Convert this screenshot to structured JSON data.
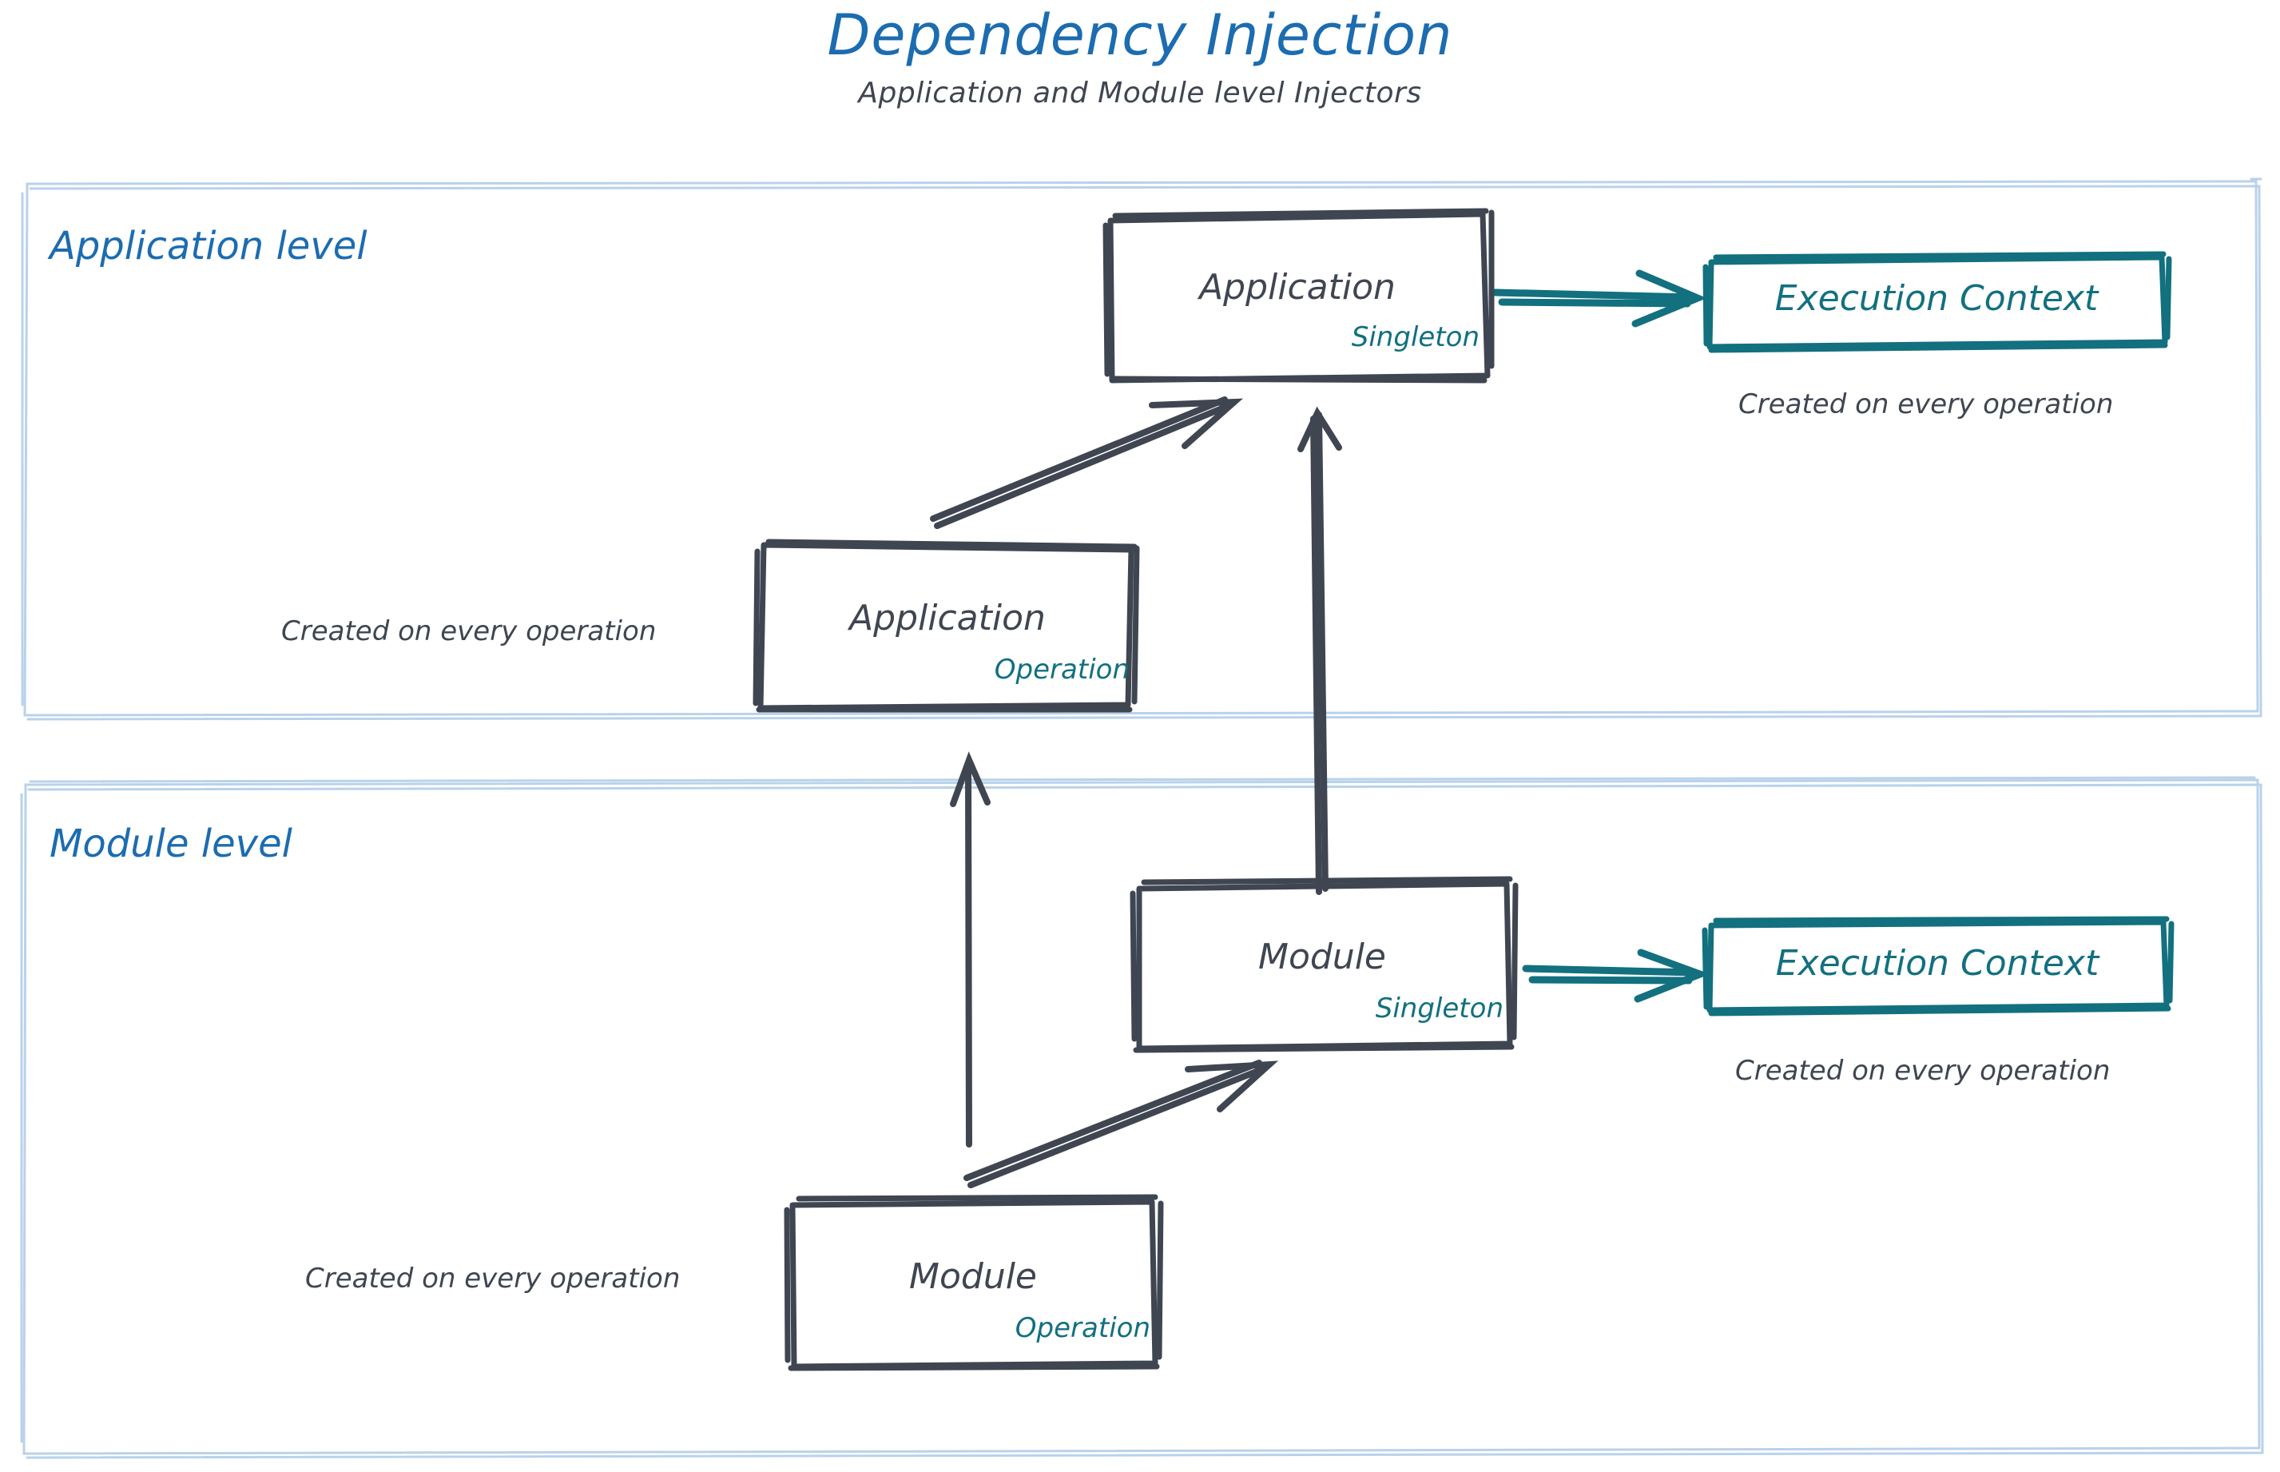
{
  "title": "Dependency Injection",
  "subtitle": "Application and Module level Injectors",
  "colors": {
    "title_blue": "#1c6cb0",
    "lane_border_blue": "#b9d2ea",
    "ink_gray": "#3f4651",
    "teal": "#12707f"
  },
  "lanes": [
    {
      "id": "application-level",
      "label": "Application level"
    },
    {
      "id": "module-level",
      "label": "Module level"
    }
  ],
  "nodes": {
    "application_singleton": {
      "title": "Application",
      "scope": "Singleton"
    },
    "application_operation": {
      "title": "Application",
      "scope": "Operation"
    },
    "module_singleton": {
      "title": "Module",
      "scope": "Singleton"
    },
    "module_operation": {
      "title": "Module",
      "scope": "Operation"
    },
    "execution_context_app": {
      "title": "Execution Context"
    },
    "execution_context_module": {
      "title": "Execution Context"
    }
  },
  "captions": {
    "exec_ctx_app_note": "Created on every operation",
    "exec_ctx_module_note": "Created on every operation",
    "application_operation_note": "Created on every operation",
    "module_operation_note": "Created on every operation"
  },
  "arrows": [
    {
      "id": "app-singleton-to-exec-context",
      "color": "#12707f"
    },
    {
      "id": "module-singleton-to-exec-context",
      "color": "#12707f"
    },
    {
      "id": "app-operation-to-app-singleton",
      "color": "#3f4651"
    },
    {
      "id": "module-singleton-to-app-singleton",
      "color": "#3f4651"
    },
    {
      "id": "module-operation-to-app-operation",
      "color": "#3f4651"
    },
    {
      "id": "module-operation-to-module-singleton",
      "color": "#3f4651"
    }
  ]
}
